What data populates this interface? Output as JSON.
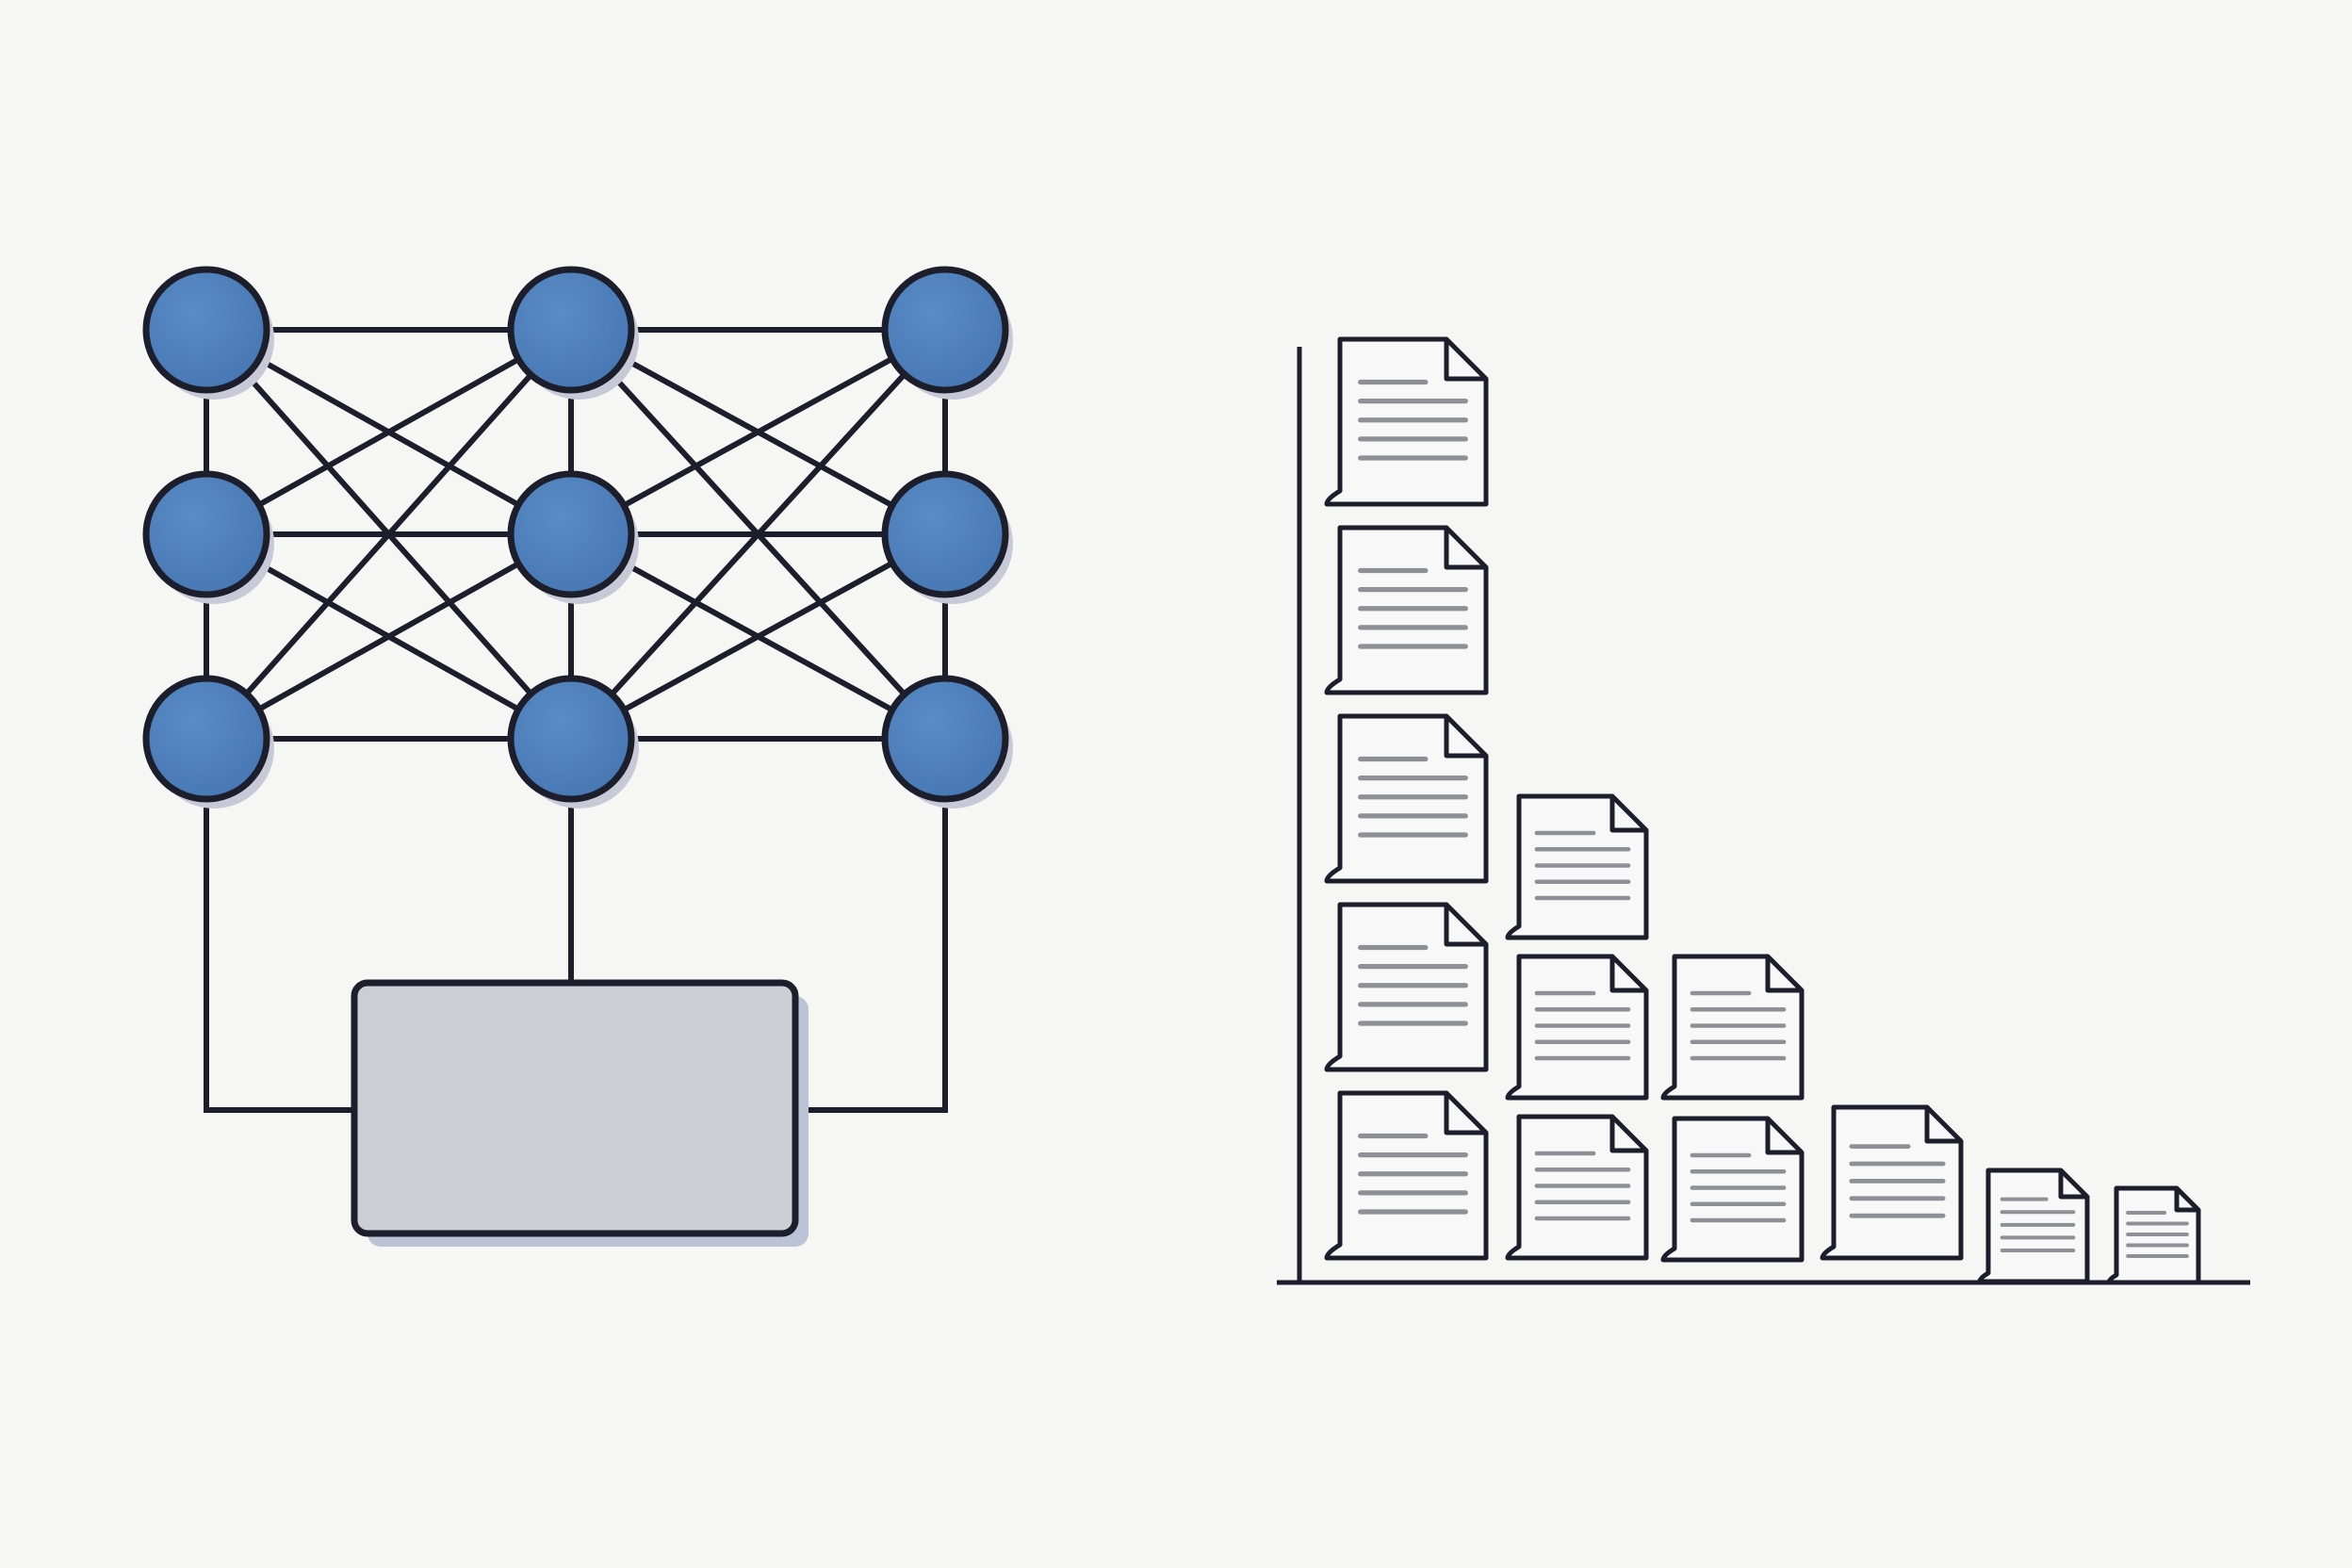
{
  "colors": {
    "background": "#f6f6f4",
    "stroke": "#1c1f2b",
    "node_fill": "#4677b3",
    "node_highlight": "#5a8cc6",
    "node_shadow": "#c7cad6",
    "box_fill": "#cdced3",
    "box_shadow": "#bcc3d6",
    "doc_fill": "#f8f8f8",
    "doc_lines": "#8e9096"
  },
  "icons": {
    "node": "circle-node-icon",
    "document": "document-icon"
  },
  "network": {
    "rows": 3,
    "columns": 3,
    "connections": "full-mesh-between-adjacent-columns",
    "bottom_block_label": ""
  },
  "document_chart": {
    "axes": "vertical-and-horizontal-baseline",
    "column_stack_counts": [
      5,
      3,
      2,
      1,
      1,
      1
    ]
  }
}
